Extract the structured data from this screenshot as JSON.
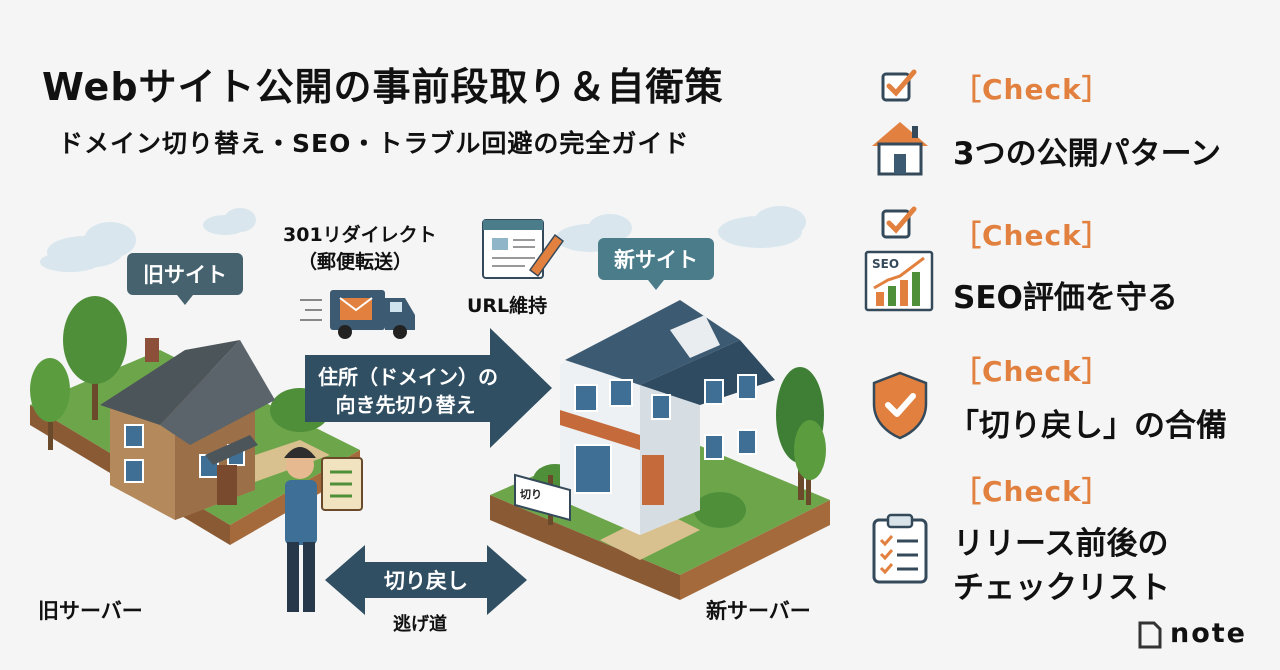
{
  "title": "Webサイト公開の事前段取り＆自衛策",
  "subtitle": "ドメイン切り替え・SEO・トラブル回避の完全ガイド",
  "illustration": {
    "old_site_tag": "旧サイト",
    "new_site_tag": "新サイト",
    "redirect_label_1": "301リダイレクト",
    "redirect_label_2": "（郵便転送）",
    "url_label": "URL維持",
    "switch_arrow_line1": "住所（ドメイン）の",
    "switch_arrow_line2": "向き先切り替え",
    "rollback_label": "切り戻し",
    "escape_label": "逃げ道",
    "old_server": "旧サーバー",
    "new_server": "新サーバー",
    "sign_text": "切り"
  },
  "checklist": [
    {
      "check": "［Check］",
      "text": "3つの公開パターン",
      "icon": "house-icon"
    },
    {
      "check": "［Check］",
      "text": "SEO評価を守る",
      "icon": "seo-chart-icon",
      "icon_text": "SEO"
    },
    {
      "check": "［Check］",
      "text": "「切り戻し」の合備",
      "icon": "shield-check-icon"
    },
    {
      "check": "［Check］",
      "text_line1": "リリース前後の",
      "text_line2": "チェックリスト",
      "icon": "clipboard-icon"
    }
  ],
  "brand": "note",
  "colors": {
    "accent": "#e2813f",
    "tag_dark": "#46626f",
    "arrow": "#314f63",
    "background": "#f4f5f4"
  }
}
